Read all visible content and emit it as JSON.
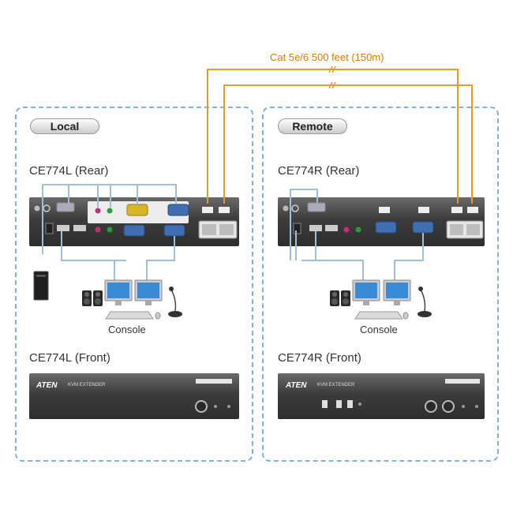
{
  "cable": {
    "label": "Cat 5e/6 500 feet (150m)"
  },
  "local": {
    "badge": "Local",
    "rear_title": "CE774L (Rear)",
    "front_title": "CE774L (Front)",
    "console_label": "Console"
  },
  "remote": {
    "badge": "Remote",
    "rear_title": "CE774R (Rear)",
    "front_title": "CE774R (Front)",
    "console_label": "Console"
  },
  "device": {
    "brand": "ATEN",
    "product_line": "KVM EXTENDER"
  },
  "colors": {
    "cable": "#e89a2c",
    "panel_border": "#7fb3d5",
    "link_lines": "#9dbfd9"
  }
}
